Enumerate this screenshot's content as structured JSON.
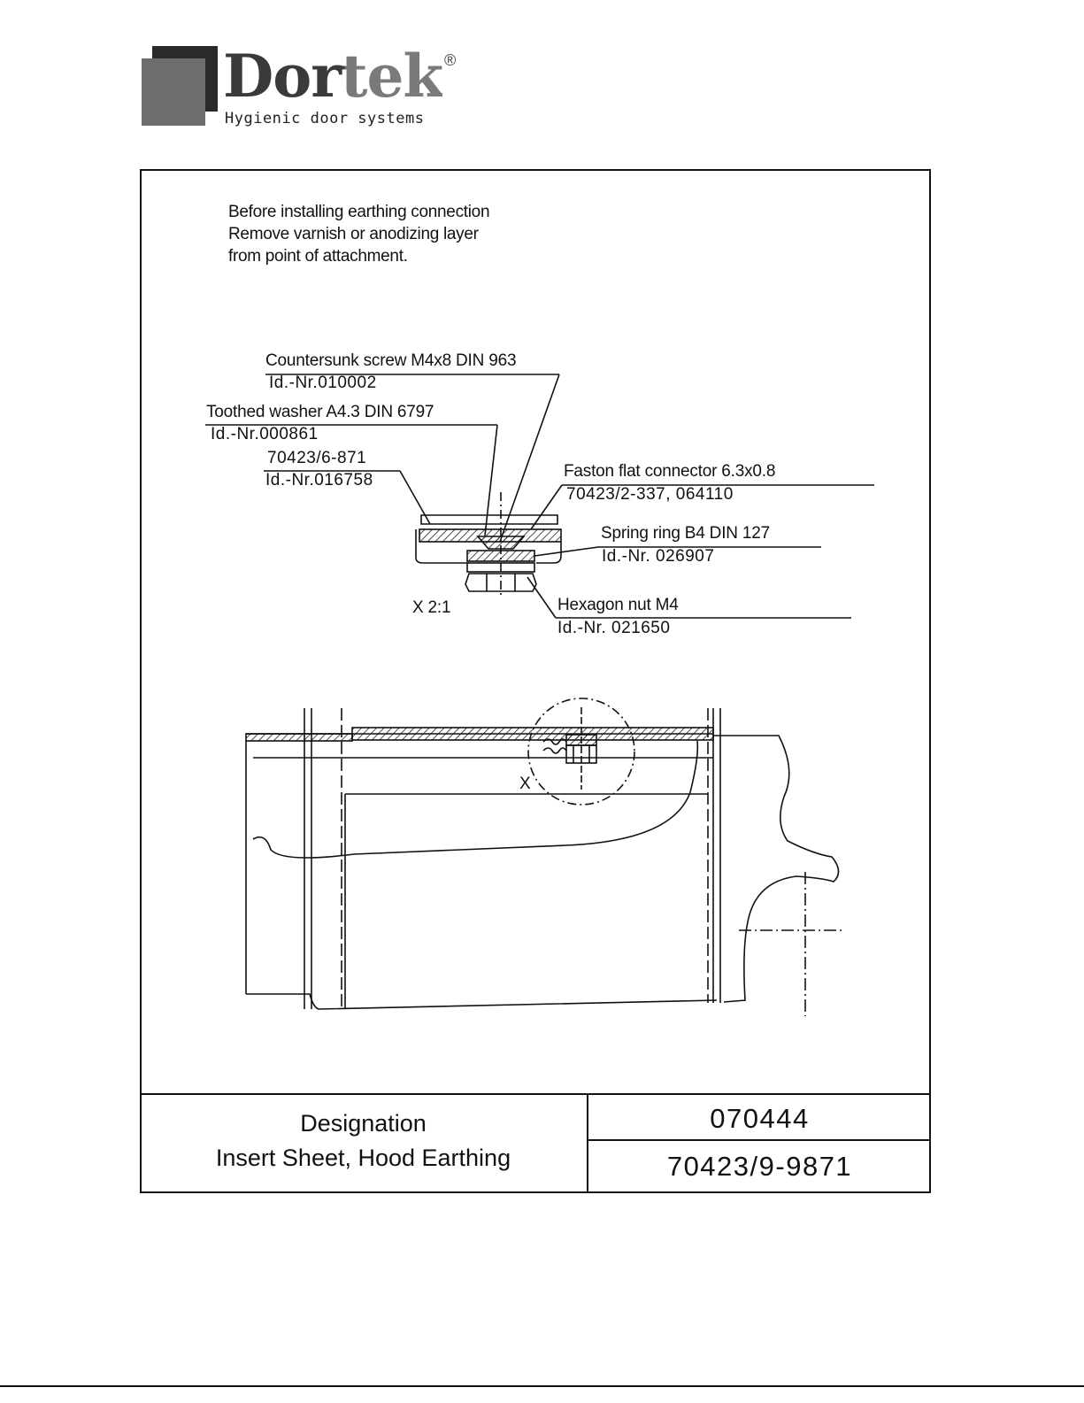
{
  "logo": {
    "brand": "Dortek",
    "registered": "®",
    "tagline": "Hygienic door systems"
  },
  "notes": [
    "Before installing earthing connection",
    "Remove varnish or anodizing layer",
    "from point of attachment."
  ],
  "callouts": {
    "countersunk_screw": {
      "name": "Countersunk screw M4x8 DIN 963",
      "id": "Id.-Nr.010002"
    },
    "toothed_washer": {
      "name": "Toothed washer A4.3 DIN 6797",
      "id": "Id.-Nr.000861"
    },
    "part_70423": {
      "name": "70423/6-871",
      "id": "Id.-Nr.016758"
    },
    "faston": {
      "name": "Faston flat connector 6.3x0.8",
      "id": "70423/2-337, 064110"
    },
    "spring_ring": {
      "name": "Spring ring B4 DIN 127",
      "id": "Id.-Nr. 026907"
    },
    "hexagon_nut": {
      "name": "Hexagon nut M4",
      "id": "Id.-Nr. 021650"
    }
  },
  "detail_scale": "X  2:1",
  "detail_marker": "X",
  "title_block": {
    "designation_label": "Designation",
    "designation": "Insert Sheet, Hood Earthing",
    "number_1": "070444",
    "number_2": "70423/9-9871"
  }
}
